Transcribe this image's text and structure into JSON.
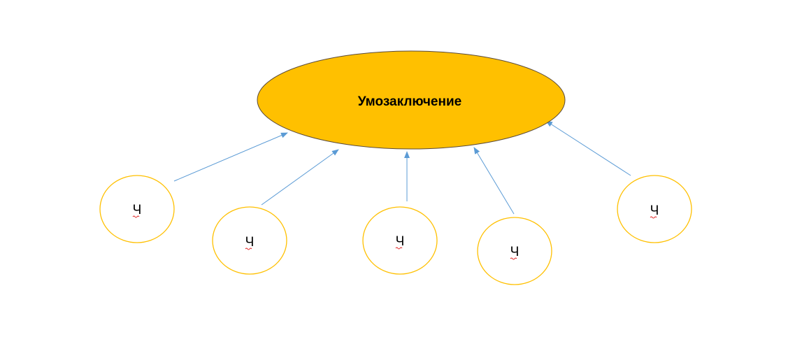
{
  "diagram": {
    "central": {
      "label": "Умозаключение",
      "fill": "#FFC000",
      "stroke": "#5a4a3a"
    },
    "premises": [
      {
        "label": "Ч"
      },
      {
        "label": "Ч"
      },
      {
        "label": "Ч"
      },
      {
        "label": "Ч"
      },
      {
        "label": "Ч"
      }
    ],
    "colors": {
      "premise_stroke": "#FFC000",
      "arrow": "#5B9BD5",
      "spellcheck_underline": "#e02020"
    }
  }
}
